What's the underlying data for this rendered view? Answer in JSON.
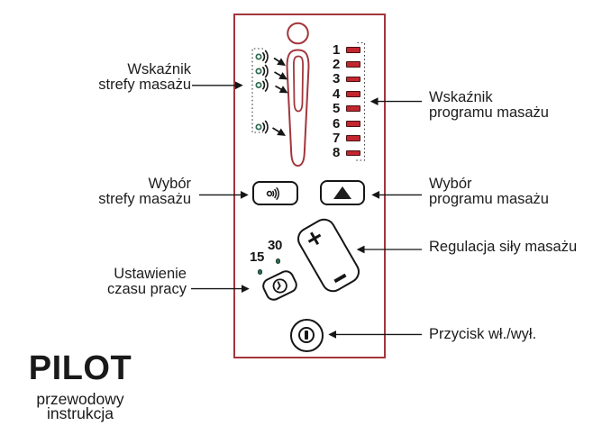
{
  "colors": {
    "remote_red": "#a3363c",
    "led_fill": "#c2262e",
    "led_border": "#4a1215",
    "green": "#2e6b50",
    "ink": "#161616",
    "text": "#1d1d1d"
  },
  "remote": {
    "program_indicator_values": [
      "1",
      "2",
      "3",
      "4",
      "5",
      "6",
      "7",
      "8"
    ],
    "timer_minutes_30": "30",
    "timer_minutes_15": "15"
  },
  "labels": {
    "zone_indicator": {
      "line1": "Wskaźnik",
      "line2": "strefy masażu"
    },
    "program_indicator": {
      "line1": "Wskaźnik",
      "line2": "programu masażu"
    },
    "zone_select": {
      "line1": "Wybór",
      "line2": "strefy masażu"
    },
    "program_select": {
      "line1": "Wybór",
      "line2": "programu masażu"
    },
    "intensity": "Regulacja siły masażu",
    "timer": {
      "line1": "Ustawienie",
      "line2": "czasu pracy"
    },
    "power": "Przycisk wł./wył."
  },
  "footer": {
    "title": "PILOT",
    "subtitle_line1": "przewodowy",
    "subtitle_line2": "instrukcja"
  },
  "icons": {
    "zone_select_button": "speaker-waves",
    "program_select_button": "triangle-up",
    "intensity_rocker": "plus-minus",
    "timer_button": "clock",
    "power_button": "power-bar",
    "zone_indicator": "dot-with-waves",
    "program_indicator": "red-led"
  }
}
